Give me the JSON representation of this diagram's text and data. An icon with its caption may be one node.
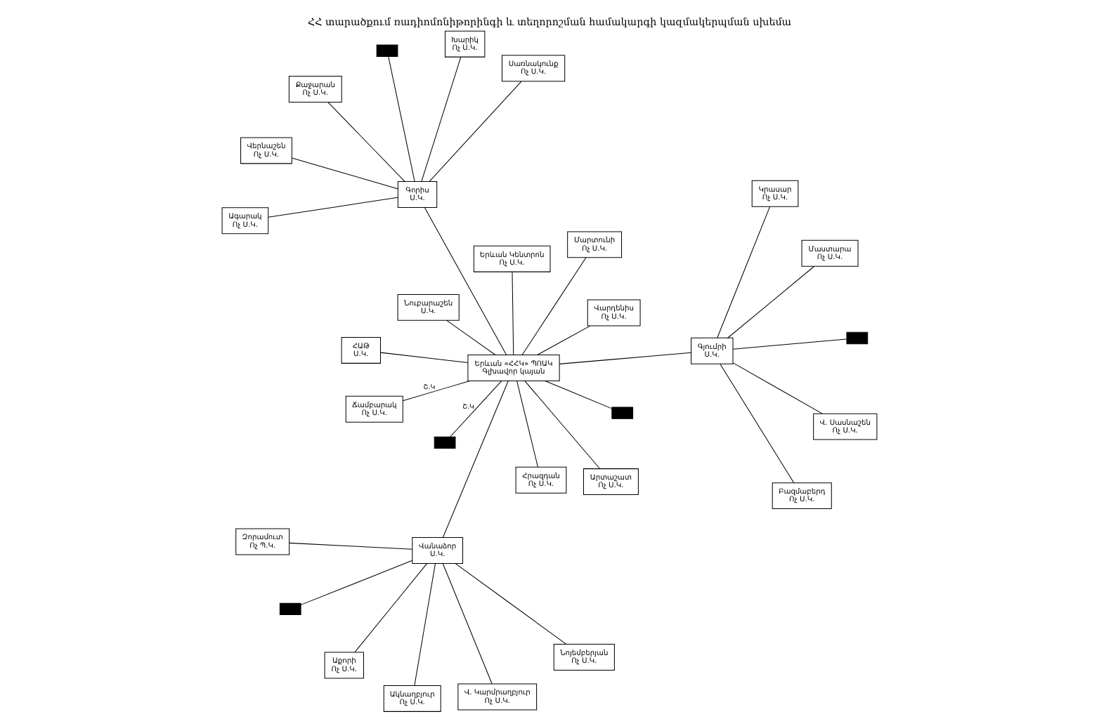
{
  "diagram": {
    "title": "ՀՀ տարածքում ռադիոմոնիթորինգի և տեղորոշման համակարգի կազմակերպման սխեմա",
    "nodes": [
      {
        "text": [
          "Կրասար",
          "Ոչ Ս.Կ."
        ]
      },
      {
        "text": [
          "Բազմաբերդ",
          "Ոչ Ս.Կ."
        ]
      },
      {
        "text": [
          "Գյումրի",
          "Ս.Կ."
        ]
      },
      {
        "text": [
          "Մաստարա",
          "Ոչ Ս.Կ."
        ]
      },
      {
        "text": [
          "Վ. Սասնաշեն",
          "Ոչ Ս.Կ."
        ]
      },
      {
        "text": [
          "Զորամուտ",
          "Ոչ Պ.Կ."
        ]
      },
      {
        "text": [
          "Վանաձոր",
          "Ս.Կ."
        ]
      },
      {
        "text": [
          "Նոյեմբերյան",
          "Ոչ Ս.Կ."
        ]
      },
      {
        "text": [
          "Աքորի",
          "Ոչ Ս.Կ."
        ]
      },
      {
        "text": [
          "Վ. Կարմրաղբյուր",
          "Ոչ Ս.Կ."
        ]
      },
      {
        "text": [
          "Ակնաղբյուր",
          "Ոչ Ս.Կ."
        ]
      },
      {
        "text": [
          "Ճամբարակ",
          "Ոչ Ս.Կ."
        ]
      },
      {
        "text": [
          "Վարդենիս",
          "Ոչ Ս.Կ."
        ]
      },
      {
        "text": [
          "Մարտունի",
          "Ոչ Ս.Կ."
        ]
      },
      {
        "text": [
          "Երևան «ՀՀԿ» ՊՈԱԿ",
          "Գլխավոր կայան"
        ]
      },
      {
        "text": [
          "Հրազդան",
          "Ոչ Ս.Կ."
        ]
      },
      {
        "text": [
          "Արտաշատ",
          "Ոչ Ս.Կ."
        ]
      },
      {
        "text": [
          "Երևան Կենտրոն",
          "Ոչ Ս.Կ."
        ]
      },
      {
        "text": [
          "ՀԱԹ",
          "Ս.Կ."
        ]
      },
      {
        "text": [
          "Նուբարաշեն",
          "Ս.Կ."
        ]
      },
      {
        "text": [
          "Վերնաշեն",
          "Ոչ Ս.Կ."
        ]
      },
      {
        "text": [
          "Ագարակ",
          "Ոչ Ս.Կ."
        ]
      },
      {
        "text": [
          "Խարիկ",
          "Ոչ Ս.Կ."
        ]
      },
      {
        "text": [
          "Գորիս",
          "Ս.Կ."
        ]
      },
      {
        "text": [
          "Քաջարան",
          "Ոչ Ս.Կ."
        ]
      },
      {
        "text": [
          "Սառնակունք",
          "Ոչ Ս.Կ."
        ]
      },
      {
        "text": [],
        "shape": "box"
      },
      {
        "text": [],
        "shape": "box"
      },
      {
        "text": [],
        "shape": "box"
      },
      {
        "text": [],
        "shape": "box"
      },
      {
        "text": [],
        "shape": "box"
      }
    ],
    "edges": [
      {
        "from": 0,
        "to": 2,
        "arrow": "none"
      },
      {
        "from": 1,
        "to": 2,
        "arrow": "none"
      },
      {
        "from": 3,
        "to": 2,
        "arrow": "none"
      },
      {
        "from": 4,
        "to": 2,
        "arrow": "none"
      },
      {
        "from": 2,
        "to": 26,
        "arrow": "none"
      },
      {
        "from": 2,
        "to": 14,
        "arrow": "none"
      },
      {
        "from": 5,
        "to": 6,
        "arrow": "none"
      },
      {
        "from": 7,
        "to": 6,
        "arrow": "none"
      },
      {
        "from": 8,
        "to": 6,
        "arrow": "none"
      },
      {
        "from": 9,
        "to": 6,
        "arrow": "none"
      },
      {
        "from": 10,
        "to": 6,
        "arrow": "none"
      },
      {
        "from": 6,
        "to": 27,
        "arrow": "none"
      },
      {
        "from": 6,
        "to": 14,
        "arrow": "none"
      },
      {
        "from": 11,
        "to": 14,
        "arrow": "none",
        "label": "Շ.Կ"
      },
      {
        "from": 12,
        "to": 14,
        "arrow": "none"
      },
      {
        "from": 13,
        "to": 14,
        "arrow": "none"
      },
      {
        "from": 28,
        "to": 14,
        "arrow": "none",
        "label": "Շ.Կ"
      },
      {
        "from": 15,
        "to": 14,
        "arrow": "none"
      },
      {
        "from": 29,
        "to": 14,
        "arrow": "none"
      },
      {
        "from": 16,
        "to": 14,
        "arrow": "none"
      },
      {
        "from": 17,
        "to": 14,
        "arrow": "none"
      },
      {
        "from": 18,
        "to": 14,
        "arrow": "none"
      },
      {
        "from": 19,
        "to": 14,
        "arrow": "none"
      },
      {
        "from": 14,
        "to": 23,
        "arrow": "none"
      },
      {
        "from": 22,
        "to": 23,
        "arrow": "none"
      },
      {
        "from": 20,
        "to": 23,
        "arrow": "none"
      },
      {
        "from": 21,
        "to": 23,
        "arrow": "none"
      },
      {
        "from": 24,
        "to": 23,
        "arrow": "none"
      },
      {
        "from": 25,
        "to": 23,
        "arrow": "none"
      },
      {
        "from": 23,
        "to": 30,
        "arrow": "none"
      }
    ]
  }
}
